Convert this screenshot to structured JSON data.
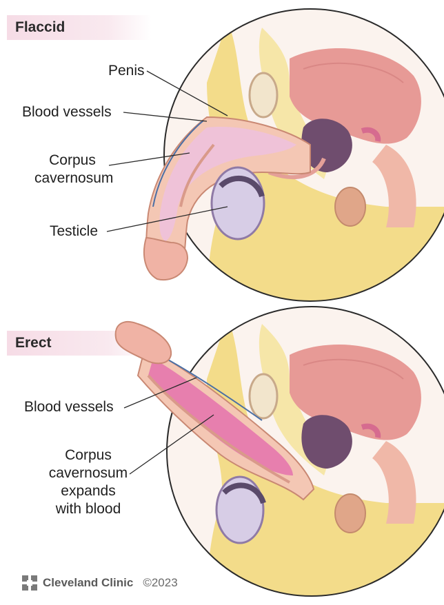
{
  "flaccid": {
    "title": "Flaccid",
    "labels": {
      "penis": "Penis",
      "blood_vessels": "Blood vessels",
      "corpus_line1": "Corpus",
      "corpus_line2": "cavernosum",
      "testicle": "Testicle"
    }
  },
  "erect": {
    "title": "Erect",
    "labels": {
      "blood_vessels": "Blood vessels",
      "expand_line1": "Corpus",
      "expand_line2": "cavernosum",
      "expand_line3": "expands",
      "expand_line4": "with blood"
    }
  },
  "footer": {
    "brand": "Cleveland Clinic",
    "copyright": "©2023"
  },
  "colors": {
    "tissue_fat": "#f3dc8a",
    "bladder": "#e79a96",
    "prostate": "#6f4d6e",
    "corpus_flaccid": "#efc2d8",
    "corpus_erect": "#e77fae",
    "skin": "#f4c7b4",
    "testicle": "#d7cde6",
    "vessel": "#4a6fa5"
  }
}
